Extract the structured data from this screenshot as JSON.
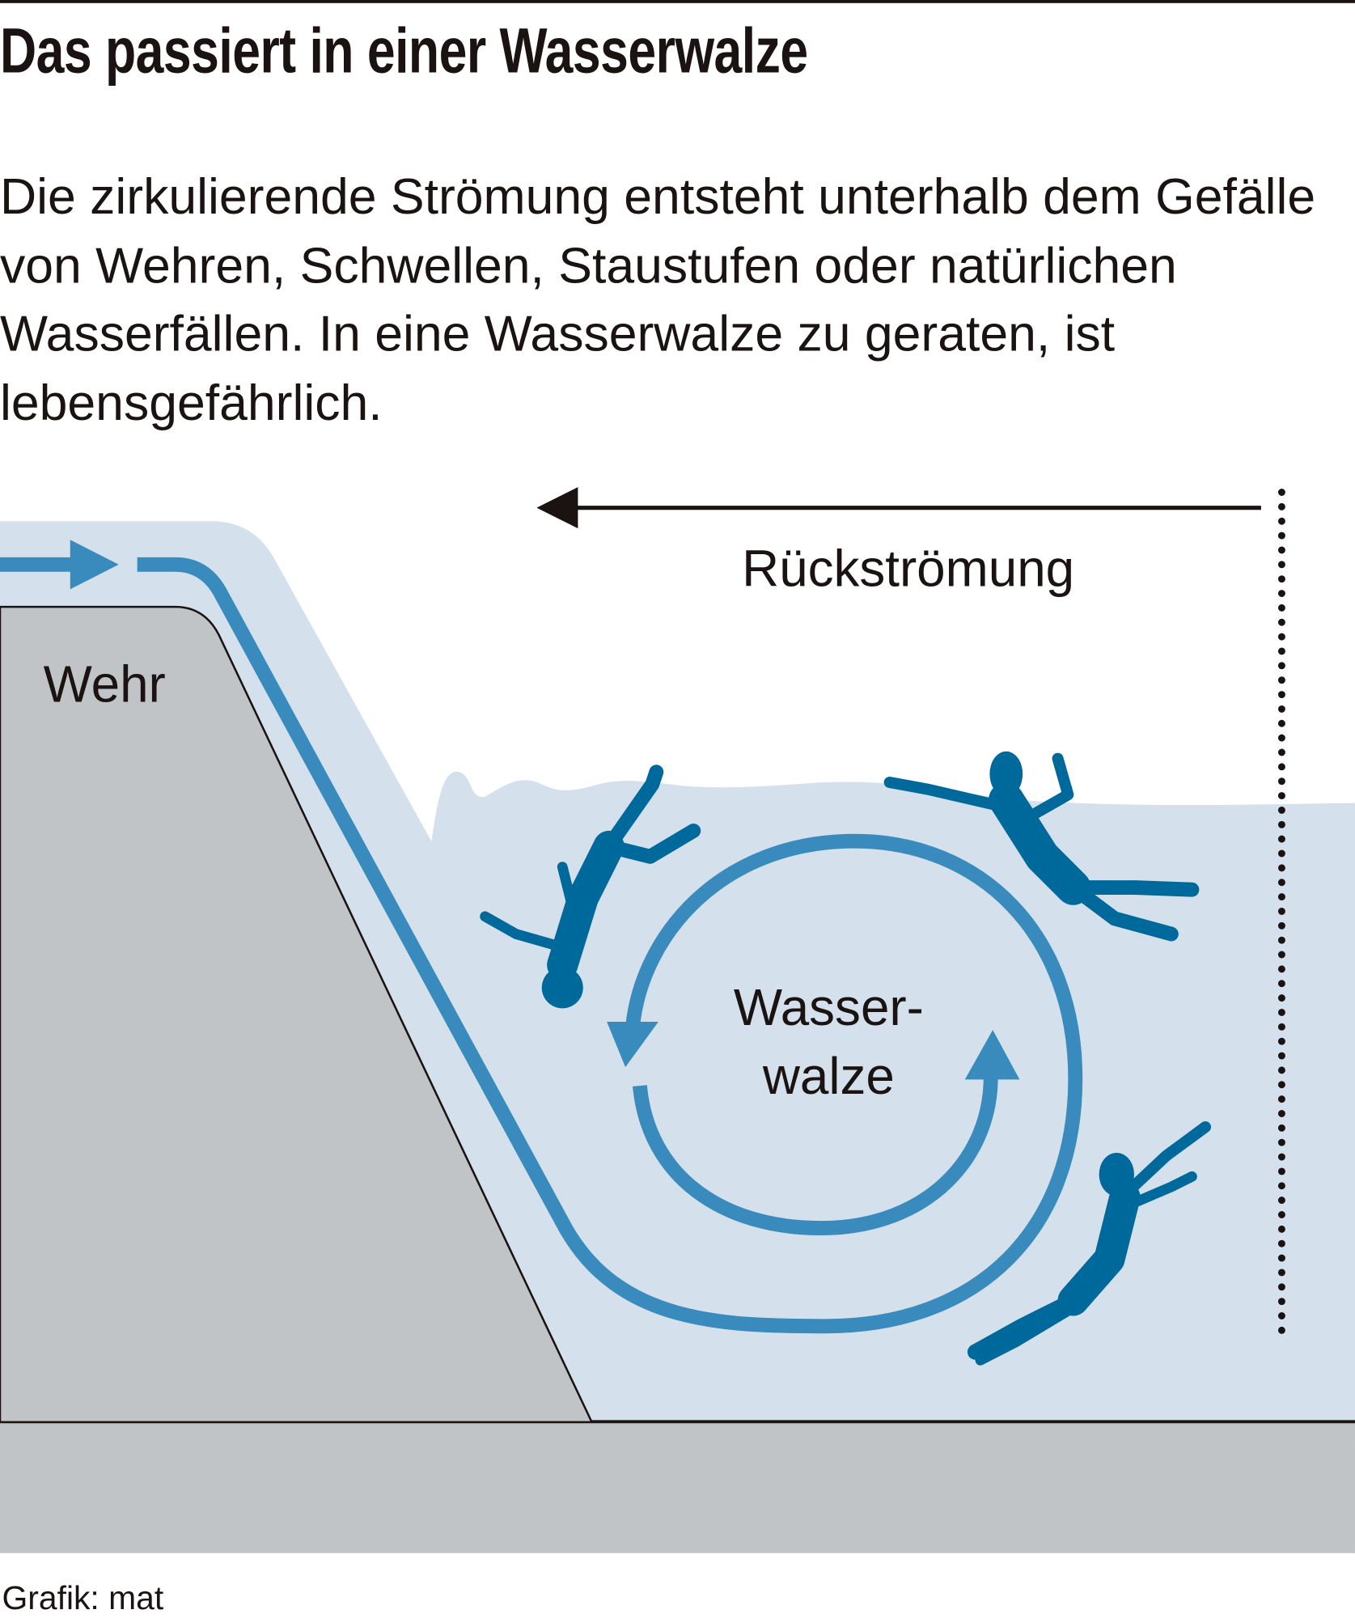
{
  "header": {
    "title": "Das passiert in einer Wasserwalze",
    "intro": "Die zirkulierende Strömung entsteht unterhalb dem Gefälle von Wehren, Schwellen, Staustufen oder natürlichen Wasserfällen. In eine Wasserwalze zu geraten, ist lebensgefährlich."
  },
  "diagram": {
    "weir_label": "Wehr",
    "backflow_label": "Rückströmung",
    "roller_label_line1": "Wasser-",
    "roller_label_line2": "walze",
    "colors": {
      "water": "#d4e1ec",
      "ground": "#c1c4c6",
      "flow_arrow": "#3a8bbd",
      "person": "#00699b",
      "ink": "#1a1311"
    }
  },
  "footer": {
    "credit": "Grafik: mat"
  }
}
